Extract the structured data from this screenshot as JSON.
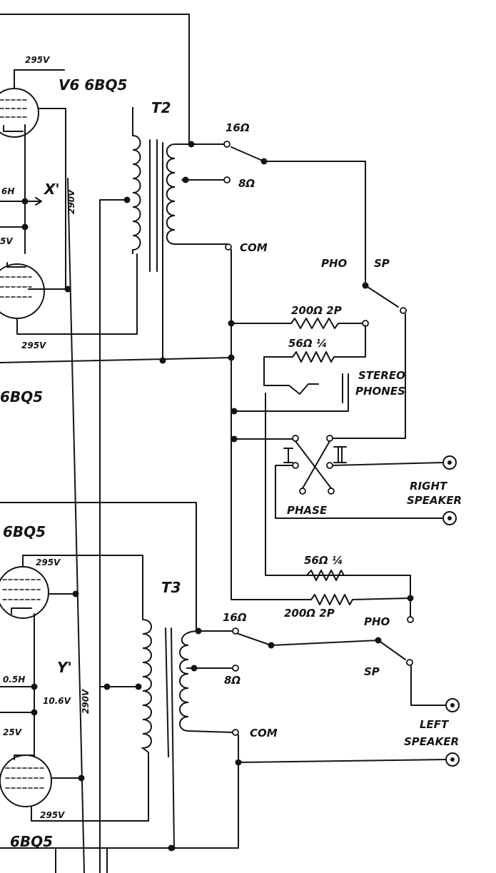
{
  "upper_channel": {
    "tube_v6": "V6 6BQ5",
    "tube_lower": "6BQ5",
    "v6_plate_voltage": "295V",
    "lower_plate_voltage": "295V",
    "inductor": "6H",
    "node": "X'",
    "b_plus": "290V",
    "cathode_voltage": "5V",
    "transformer": "T2",
    "tap_16": "16Ω",
    "tap_8": "8Ω",
    "tap_com": "COM",
    "switch_pho": "PHO",
    "switch_sp": "SP",
    "resistor_200": "200Ω 2P",
    "resistor_56": "56Ω ¼",
    "jack_line1": "STEREO",
    "jack_line2": "PHONES",
    "phase_label": "PHASE",
    "phase_pos_1": "I",
    "phase_pos_2": "II",
    "speaker_line1": "RIGHT",
    "speaker_line2": "SPEAKER"
  },
  "lower_channel": {
    "tube_upper": "6BQ5",
    "upper_plate_voltage": "295V",
    "inductor": "0.5H",
    "node": "Y'",
    "node_voltage": "10.6V",
    "b_plus": "290V",
    "cathode_voltage": "25V",
    "lower_plate_voltage": "295V",
    "tube_bottom": "6BQ5",
    "transformer": "T3",
    "tap_16": "16Ω",
    "tap_8": "8Ω",
    "tap_com": "COM",
    "resistor_56": "56Ω ¼",
    "resistor_200": "200Ω 2P",
    "switch_pho": "PHO",
    "switch_sp": "SP",
    "speaker_line1": "LEFT",
    "speaker_line2": "SPEAKER"
  }
}
